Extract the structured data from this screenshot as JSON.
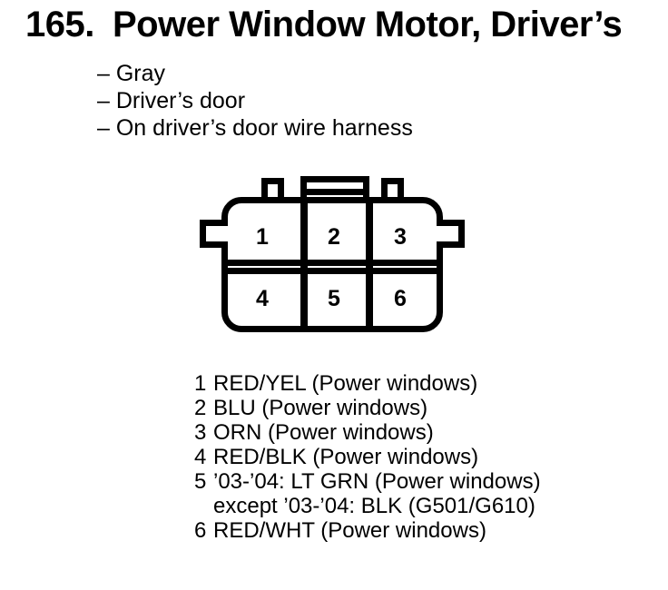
{
  "colors": {
    "ink": "#000000",
    "background": "#ffffff"
  },
  "title": {
    "number": "165.",
    "text": "Power Window Motor, Driver’s"
  },
  "notes": [
    "– Gray",
    "– Driver’s door",
    "– On driver’s door wire harness"
  ],
  "connector": {
    "cavity_labels": [
      "1",
      "2",
      "3",
      "4",
      "5",
      "6"
    ]
  },
  "pins": [
    {
      "number": "1",
      "desc": "RED/YEL (Power windows)"
    },
    {
      "number": "2",
      "desc": "BLU (Power windows)"
    },
    {
      "number": "3",
      "desc": "ORN (Power windows)"
    },
    {
      "number": "4",
      "desc": "RED/BLK (Power windows)"
    },
    {
      "number": "5",
      "desc": "’03-’04: LT GRN (Power windows)",
      "desc2": "except ’03-’04: BLK (G501/G610)"
    },
    {
      "number": "6",
      "desc": "RED/WHT (Power windows)"
    }
  ]
}
